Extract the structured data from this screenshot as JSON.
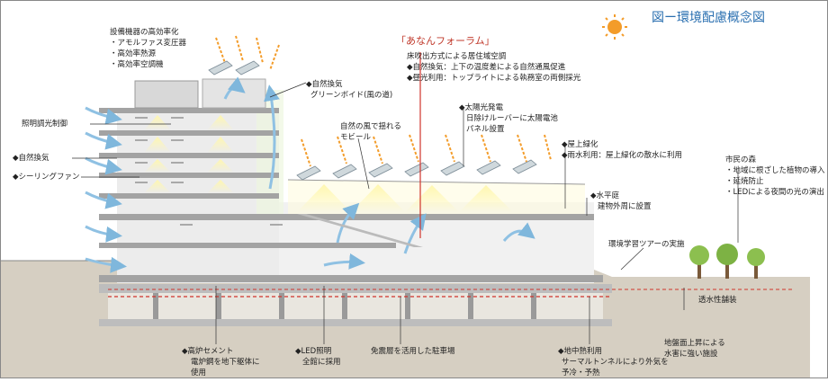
{
  "title": "図ー環境配慮概念図",
  "forum": {
    "name": "「あなんフォーラム」",
    "lines": [
      "床吹出方式による居住域空調",
      "◆自然換気：上下の温度差による自然通風促進",
      "◆昼光利用：トップライトによる執務室の両側採光"
    ]
  },
  "equipment": {
    "title": "設備機器の高効率化",
    "lines": [
      "・アモルファス変圧器",
      "・高効率熱源",
      "・高効率空調機"
    ]
  },
  "natural_vent_top": {
    "title": "◆自然換気",
    "sub": "グリーンボイド(風の道)"
  },
  "lighting_control": "照明調光制御",
  "natural_vent_left": "◆自然換気",
  "ceiling_fan": "◆シーリングファン",
  "mobile": [
    "自然の風で揺れる",
    "モビール"
  ],
  "solar": {
    "title": "◆太陽光発電",
    "lines": [
      "日除けルーバーに太陽電池",
      "パネル設置"
    ]
  },
  "roof_green": {
    "title": "◆屋上緑化",
    "line": "◆雨水利用：屋上緑化の散水に利用"
  },
  "water_garden": {
    "title": "◆水平庭",
    "line": "建物外周に設置"
  },
  "forest": {
    "title": "市民の森",
    "lines": [
      "・地域に根ざした植物の導入",
      "・延焼防止",
      "・LEDによる夜間の光の演出"
    ]
  },
  "tour": "環境学習ツアーの実施",
  "permeable": "透水性舗装",
  "slag": {
    "title": "◆高炉セメント",
    "lines": [
      "電炉鋼を地下躯体に",
      "使用"
    ]
  },
  "led": {
    "title": "◆LED照明",
    "line": "全館に採用"
  },
  "parking": "免震層を活用した駐車場",
  "geothermal": {
    "title": "◆地中熱利用",
    "lines": [
      "サーマルトンネルにより外気を",
      "予冷・予熱"
    ]
  },
  "flood": [
    "地盤面上昇による",
    "水害に強い施設"
  ],
  "colors": {
    "sky_blue": "#a9d2ea",
    "sun": "#f39c2a",
    "glow": "#fff3a8",
    "red": "#d0342c",
    "title_blue": "#2a6fb0",
    "ground": "#ccc4b6"
  }
}
